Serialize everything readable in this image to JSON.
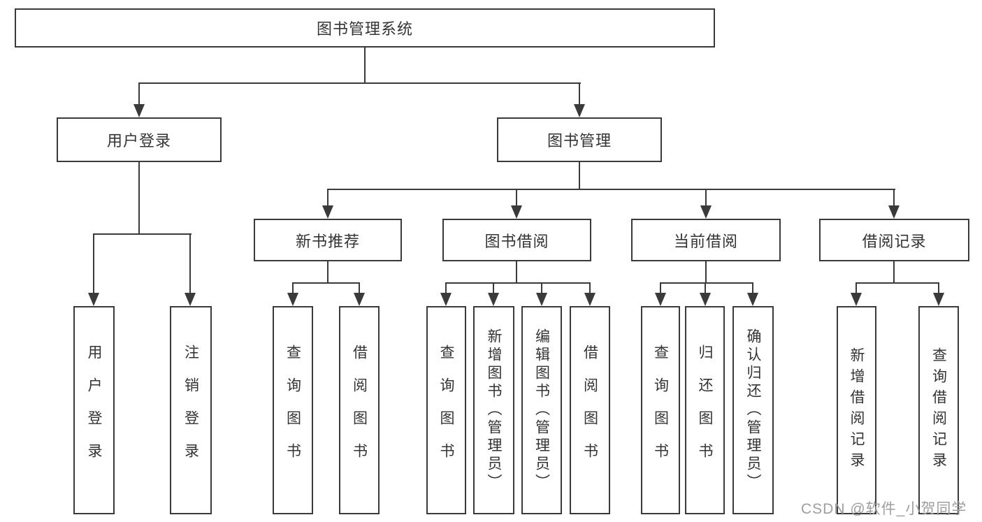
{
  "diagram": {
    "root": {
      "label": "图书管理系统"
    },
    "level2": [
      {
        "label": "用户登录"
      },
      {
        "label": "图书管理"
      }
    ],
    "level3": [
      {
        "label": "新书推荐"
      },
      {
        "label": "图书借阅"
      },
      {
        "label": "当前借阅"
      },
      {
        "label": "借阅记录"
      }
    ],
    "leaves": {
      "user_login": [
        {
          "label": "用户登录"
        },
        {
          "label": "注销登录"
        }
      ],
      "new_books": [
        {
          "label": "查询图书"
        },
        {
          "label": "借阅图书"
        }
      ],
      "book_borrow": [
        {
          "label": "查询图书"
        },
        {
          "label": "新增图书（管理员）"
        },
        {
          "label": "编辑图书（管理员）"
        },
        {
          "label": "借阅图书"
        }
      ],
      "current_borrow": [
        {
          "label": "查询图书"
        },
        {
          "label": "归还图书"
        },
        {
          "label": "确认归还（管理员）"
        }
      ],
      "borrow_records": [
        {
          "label": "新增借阅记录"
        },
        {
          "label": "查询借阅记录"
        }
      ]
    },
    "watermark": "CSDN @软件_小贺同学",
    "colors": {
      "line": "#3a3a3a",
      "text": "#333333",
      "watermark": "#9e9e9e",
      "background": "#ffffff"
    }
  }
}
